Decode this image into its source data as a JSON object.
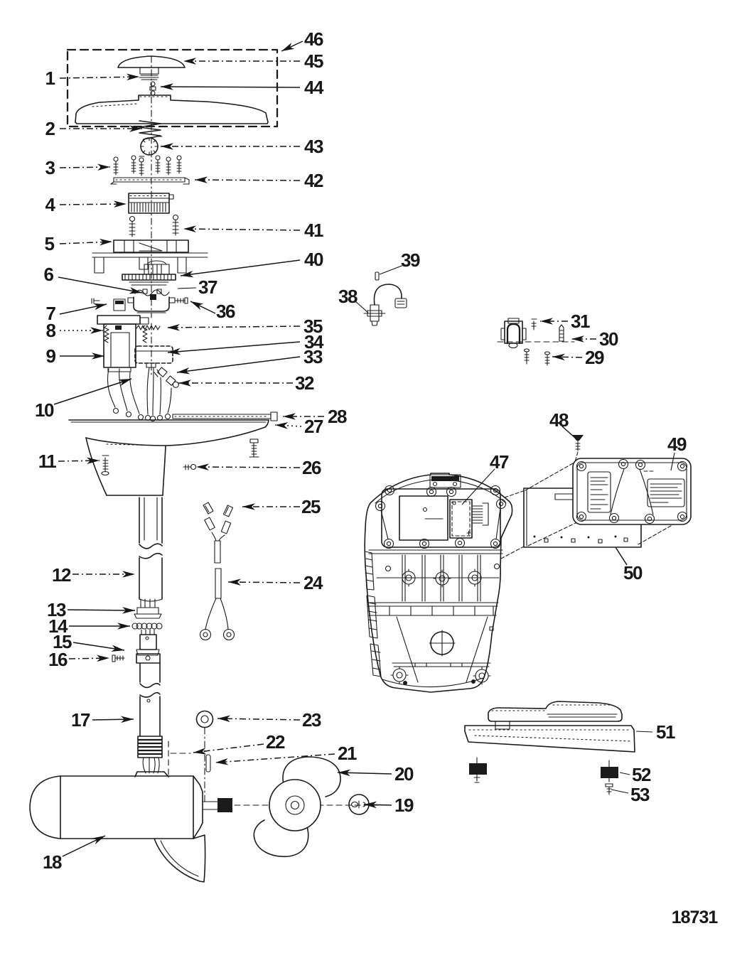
{
  "page": {
    "background_color": "#ffffff",
    "ink_color": "#1b1b1b",
    "description_hint": "exploded-parts-line-drawing"
  },
  "diagram": {
    "drawing_number": "18731",
    "callouts": [
      "1",
      "2",
      "3",
      "4",
      "5",
      "6",
      "7",
      "8",
      "9",
      "10",
      "11",
      "12",
      "13",
      "14",
      "15",
      "16",
      "17",
      "18",
      "19",
      "20",
      "21",
      "22",
      "23",
      "24",
      "25",
      "26",
      "27",
      "28",
      "29",
      "30",
      "31",
      "32",
      "33",
      "34",
      "35",
      "36",
      "37",
      "38",
      "39",
      "40",
      "41",
      "42",
      "43",
      "44",
      "45",
      "46",
      "47",
      "48",
      "49",
      "50",
      "51",
      "52",
      "53"
    ]
  }
}
